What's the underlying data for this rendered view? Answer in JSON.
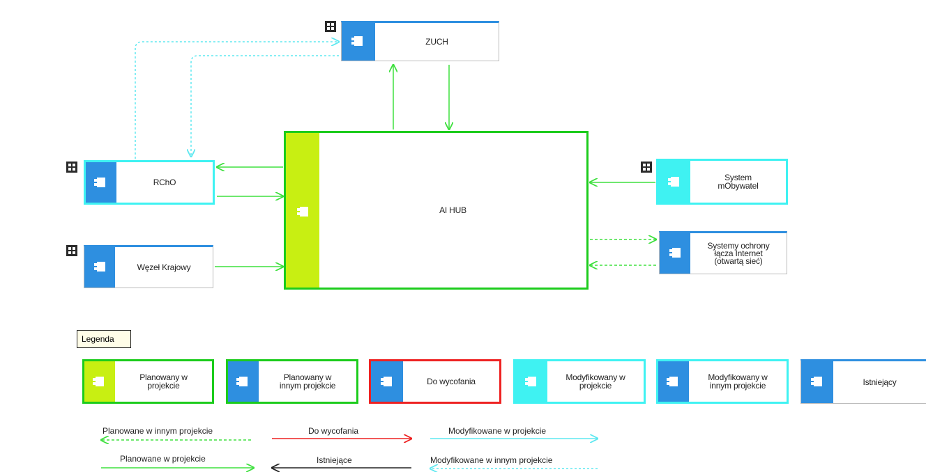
{
  "nodes": {
    "zuch": "ZUCH",
    "rcho": "RChO",
    "wezel": "Węzeł Krajowy",
    "aihub": "AI HUB",
    "mobywatel": "System\nmObywatel",
    "ochrona": "Systemy ochrony\nłącza Internet\n(otwartą sieć)"
  },
  "legend": {
    "title": "Legenda",
    "boxes": {
      "planowany": "Planowany w\nprojekcie",
      "planowany_inny": "Planowany w\ninnym projekcie",
      "wycofania": "Do wycofania",
      "modyfikowany": "Modyfikowany w\nprojekcie",
      "modyfikowany_inny": "Modyfikowany w\ninnym projekcie",
      "istniejacy": "Istniejący"
    },
    "lines": {
      "planowane_inny": "Planowane w innym projekcie",
      "wycofania": "Do wycofania",
      "modyfikowane": "Modyfikowane w projekcie",
      "planowane": "Planowane w projekcie",
      "istniejace": "Istniejące",
      "modyfikowane_inny": "Modyfikowane w innym projekcie"
    }
  },
  "colors": {
    "blue": "#2e8fe0",
    "green": "#3ee03e",
    "lime": "#c8ef12",
    "cyan": "#3ff2f2",
    "red": "#ee2222",
    "black": "#222222"
  }
}
